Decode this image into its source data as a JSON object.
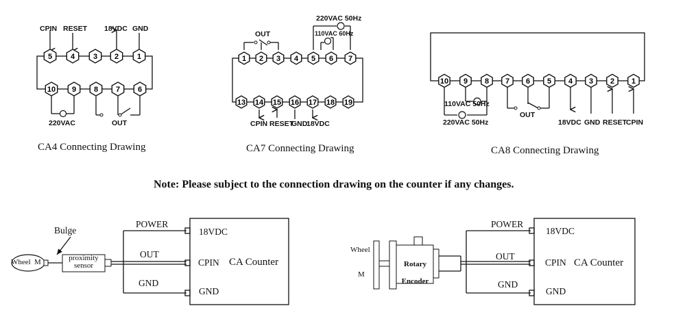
{
  "ca4": {
    "top_pins": [
      "5",
      "4",
      "3",
      "2",
      "1"
    ],
    "bottom_pins": [
      "10",
      "9",
      "8",
      "7",
      "6"
    ],
    "labels": {
      "cpin": "CPIN",
      "reset": "RESET",
      "vdc": "18VDC",
      "gnd": "GND",
      "vac": "220VAC",
      "out": "OUT"
    },
    "caption": "CA4 Connecting Drawing"
  },
  "ca7": {
    "top_pins": [
      "1",
      "2",
      "3",
      "4",
      "5",
      "6",
      "7"
    ],
    "bottom_pins": [
      "13",
      "14",
      "15",
      "16",
      "17",
      "18",
      "19"
    ],
    "labels": {
      "out": "OUT",
      "vac220": "220VAC 50Hz",
      "vac110": "110VAC 60Hz",
      "cpin": "CPIN",
      "reset": "RESET",
      "gnd": "GND",
      "vdc": "18VDC"
    },
    "caption": "CA7 Connecting Drawing"
  },
  "ca8": {
    "pins": [
      "10",
      "9",
      "8",
      "7",
      "6",
      "5",
      "4",
      "3",
      "2",
      "1"
    ],
    "labels": {
      "vac110": "110VAC 50Hz",
      "vac220": "220VAC 50Hz",
      "out": "OUT",
      "vdc": "18VDC",
      "gnd": "GND",
      "reset": "RESET",
      "cpin": "CPIN"
    },
    "caption": "CA8 Connecting Drawing"
  },
  "note": "Note: Please subject to the connection drawing on the counter if any changes.",
  "diagram_left": {
    "bulge": "Bulge",
    "wheel": "Wheel",
    "wheel_m": "M",
    "sensor": [
      "proximity",
      "sensor"
    ],
    "power": "POWER",
    "out": "OUT",
    "gnd": "GND",
    "term_18vdc": "18VDC",
    "term_cpin": "CPIN",
    "term_gnd": "GND",
    "counter": "CA Counter"
  },
  "diagram_right": {
    "wheel": "Wheel",
    "m": "M",
    "encoder": [
      "Rotary",
      "Encoder"
    ],
    "power": "POWER",
    "out": "OUT",
    "gnd": "GND",
    "term_18vdc": "18VDC",
    "term_cpin": "CPIN",
    "term_gnd": "GND",
    "counter": "CA Counter"
  }
}
